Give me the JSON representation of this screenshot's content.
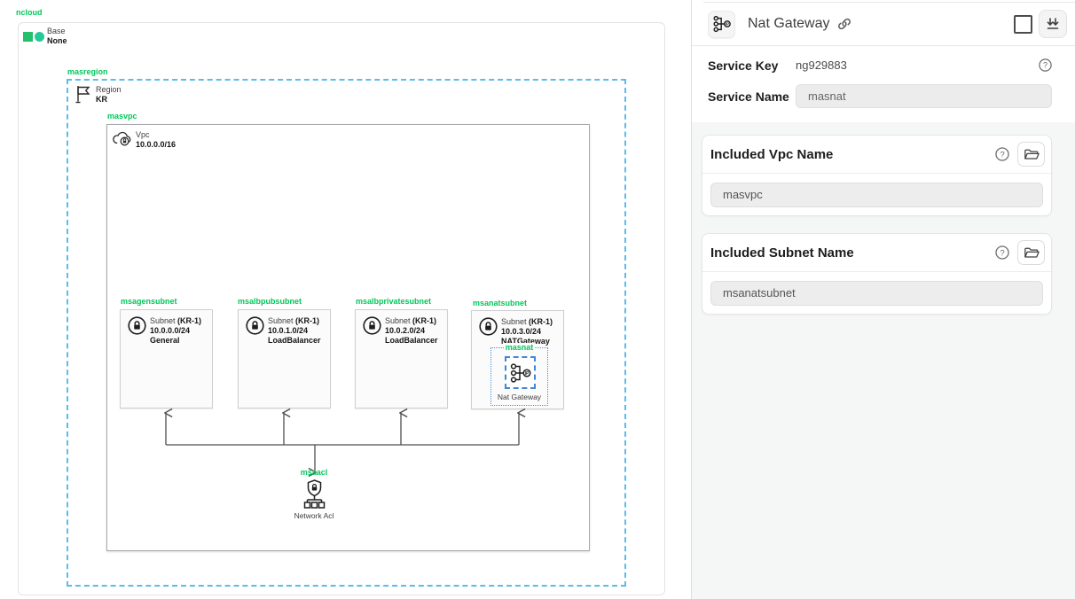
{
  "colors": {
    "accent_green": "#03c75a",
    "region_dash_blue": "#5bbcec",
    "nat_dash_blue": "#3e86d9",
    "edge_gray": "#4f4f4f"
  },
  "icons": {
    "base": "square-circle-icon",
    "region": "flag-icon",
    "vpc": "cloud-lock-icon",
    "subnet": "lock-circle-icon",
    "nat_gateway": "nat-gateway-icon",
    "network_acl": "shield-tree-icon",
    "panel_header": [
      "link-icon",
      "checkbox",
      "collapse-all-icon"
    ],
    "panel_misc": [
      "help-icon",
      "folder-open-icon"
    ]
  },
  "canvas": {
    "root_label": "ncloud",
    "base": {
      "label": "Base",
      "value": "None"
    },
    "region": {
      "name": "masregion",
      "label": "Region",
      "value": "KR"
    },
    "vpc": {
      "name": "masvpc",
      "label": "Vpc",
      "cidr": "10.0.0.0/16"
    },
    "subnets": [
      {
        "name": "msagensubnet",
        "label": "Subnet",
        "zone": "(KR-1)",
        "cidr": "10.0.0.0/24",
        "usage": "General"
      },
      {
        "name": "msalbpubsubnet",
        "label": "Subnet",
        "zone": "(KR-1)",
        "cidr": "10.0.1.0/24",
        "usage": "LoadBalancer"
      },
      {
        "name": "msalbprivatesubnet",
        "label": "Subnet",
        "zone": "(KR-1)",
        "cidr": "10.0.2.0/24",
        "usage": "LoadBalancer"
      },
      {
        "name": "msanatsubnet",
        "label": "Subnet",
        "zone": "(KR-1)",
        "cidr": "10.0.3.0/24",
        "usage": "NATGateway"
      }
    ],
    "nat_gateway": {
      "name": "masnat",
      "caption": "Nat Gateway"
    },
    "network_acl": {
      "name": "msaacl",
      "caption": "Network Acl"
    }
  },
  "panel": {
    "title": "Nat Gateway",
    "service_key": {
      "label": "Service Key",
      "value": "ng929883"
    },
    "service_name": {
      "label": "Service Name",
      "value": "masnat"
    },
    "cards": [
      {
        "title": "Included Vpc Name",
        "value": "masvpc"
      },
      {
        "title": "Included Subnet Name",
        "value": "msanatsubnet"
      }
    ]
  }
}
